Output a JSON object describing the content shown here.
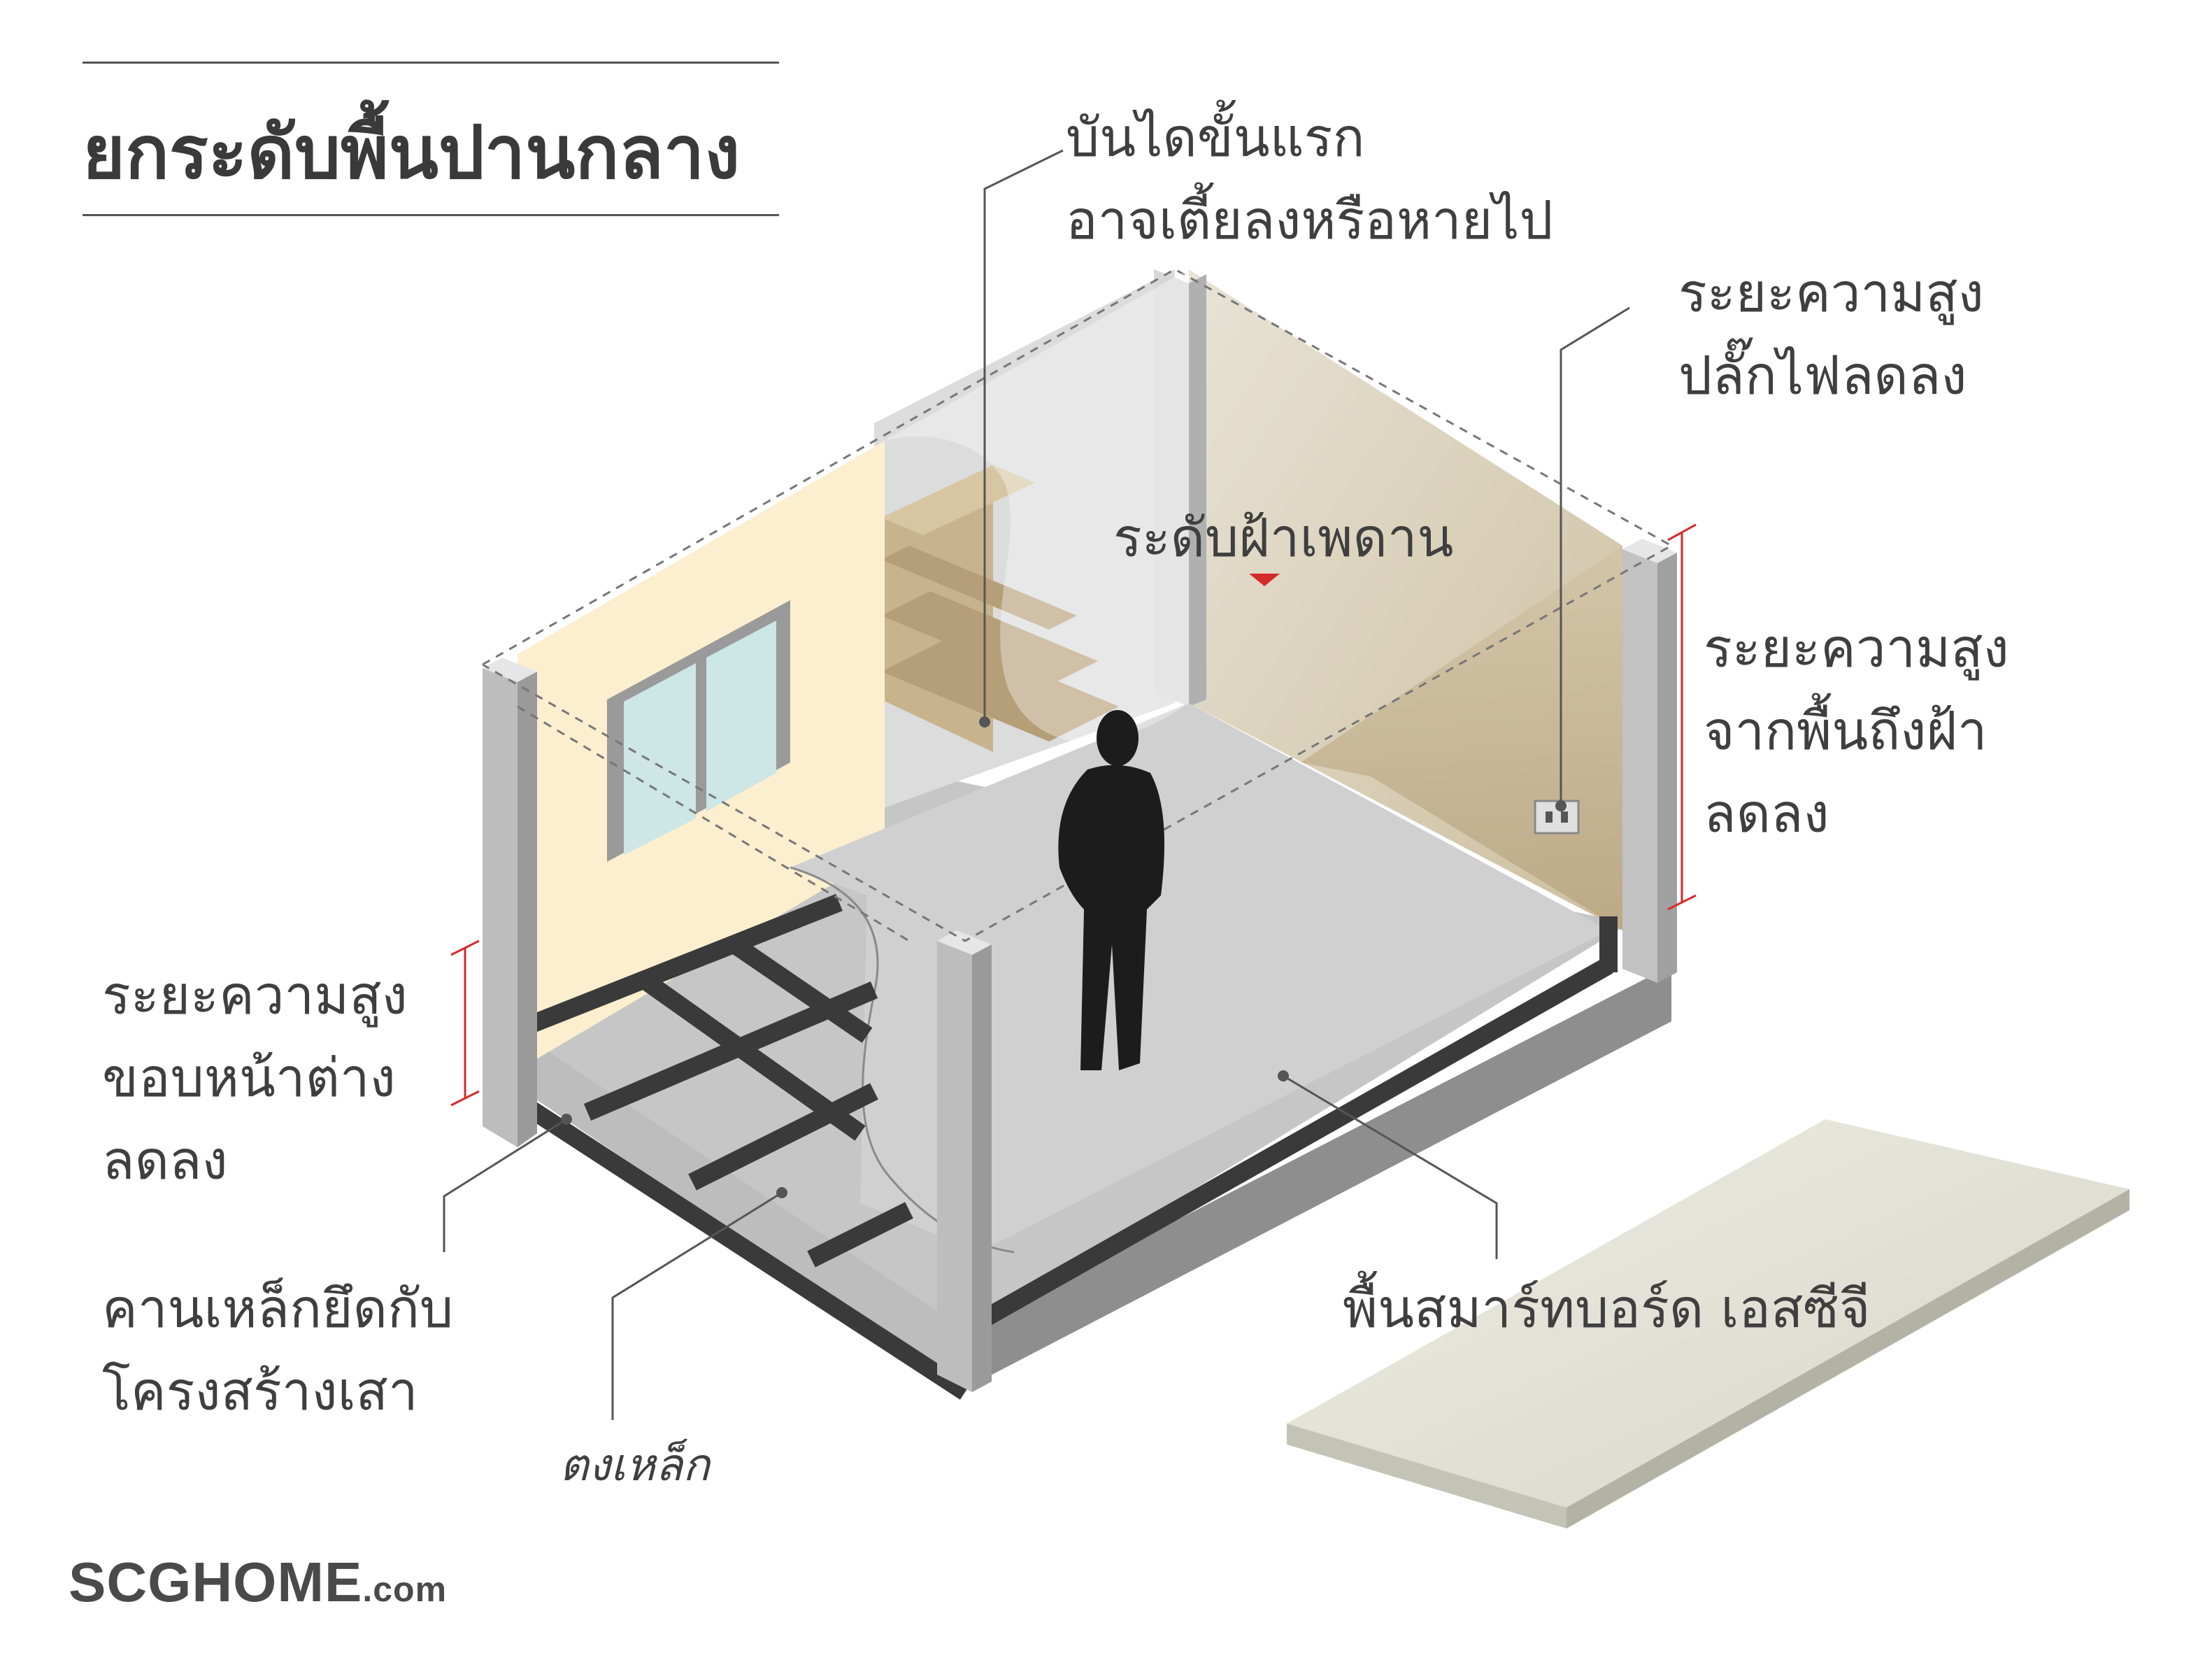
{
  "title": "ยกระดับพื้นปานกลาง",
  "labels": {
    "stairs": [
      "บันไดขั้นแรก",
      "อาจเตี้ยลงหรือหายไป"
    ],
    "plug_height": [
      "ระยะความสูง",
      "ปลั๊กไฟลดลง"
    ],
    "ceiling_level": "ระดับฝ้าเพดาน",
    "floor_to_ceiling": [
      "ระยะความสูง",
      "จากพื้นถึงฝ้า",
      "ลดลง"
    ],
    "window_sill": [
      "ระยะความสูง",
      "ขอบหน้าต่าง",
      "ลดลง"
    ],
    "steel_beam": [
      "คานเหล็กยึดกับ",
      "โครงสร้างเสา"
    ],
    "steel_joist": "ตงเหล็ก",
    "smartboard_floor": "พื้นสมาร์ทบอร์ด เอสซีจี"
  },
  "brand": {
    "name": "SCGHOME",
    "suffix": ".com"
  },
  "colors": {
    "window_wall": "#fcefcf",
    "back_wall": "#d6ccb6",
    "right_wall": "#bfae8e",
    "left_back_wall": "#dcdcdc",
    "floor": "#cfcfcf",
    "column": "#9c9c9c",
    "steel": "#3a3a3a",
    "stairs": "#c8b48c",
    "glass": "#cde6e6",
    "accent": "#d42a2a",
    "board": "#e3e3d8"
  },
  "icons": [
    "ceiling-marker-icon",
    "power-outlet-icon",
    "person-silhouette-icon",
    "smartboard-panel-icon"
  ]
}
